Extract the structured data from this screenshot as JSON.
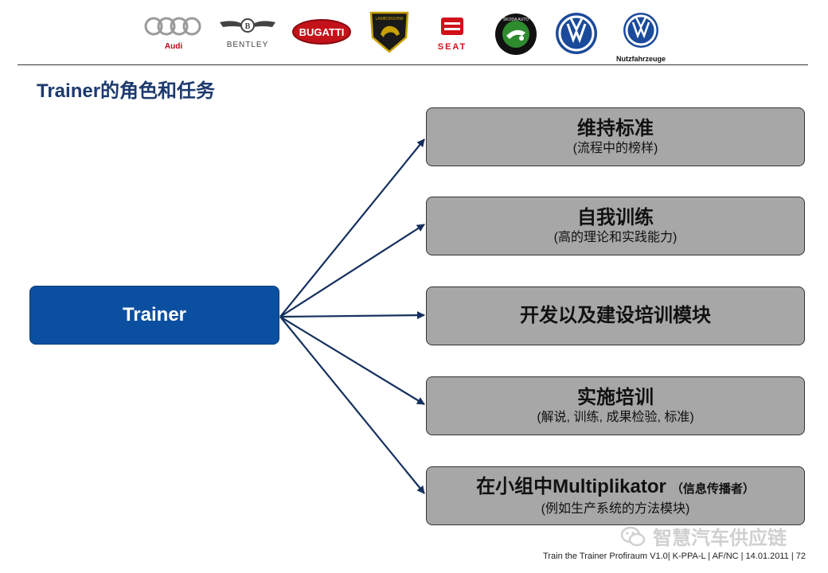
{
  "brands": [
    {
      "name": "Audi",
      "label": "Audi",
      "color": "#9a9a9a",
      "accent": "#c40018"
    },
    {
      "name": "Bentley",
      "label": "BENTLEY",
      "color": "#444444"
    },
    {
      "name": "Bugatti",
      "label": "BUGATTI",
      "color": "#c4121a"
    },
    {
      "name": "Lamborghini",
      "label": "LAMBORGHINI",
      "color": "#c8a000"
    },
    {
      "name": "Seat",
      "label": "SEAT",
      "color": "#d0101a"
    },
    {
      "name": "Skoda",
      "label": "ŠKODA AUTO",
      "color": "#2e8b2e"
    },
    {
      "name": "Volkswagen",
      "label": "VW",
      "color": "#1a4a9a"
    },
    {
      "name": "Volkswagen Nutzfahrzeuge",
      "label": "Nutzfahrzeuge",
      "color": "#1a4a9a"
    }
  ],
  "title": "Trainer的角色和任务",
  "root": {
    "label": "Trainer",
    "color": "#0b4fa0"
  },
  "tasks": [
    {
      "title": "维持标准",
      "subtitle": "(流程中的榜样)"
    },
    {
      "title": "自我训练",
      "subtitle": "(高的理论和实践能力)"
    },
    {
      "title": "开发以及建设培训模块",
      "subtitle": ""
    },
    {
      "title": "实施培训",
      "subtitle": "(解说, 训练, 成果检验, 标准)"
    },
    {
      "title": "在小组中Multiplikator",
      "note": "（信息传播者）",
      "subtitle": "(例如生产系统的方法模块)"
    }
  ],
  "footer": "Train the Trainer Profiraum V1.0| K-PPA-L | AF/NC | 14.01.2011 |   72",
  "watermark": "智慧汽车供应链",
  "colors": {
    "arrow": "#15305e",
    "task_box": "#a7a7a7",
    "title": "#1c3a6e"
  }
}
